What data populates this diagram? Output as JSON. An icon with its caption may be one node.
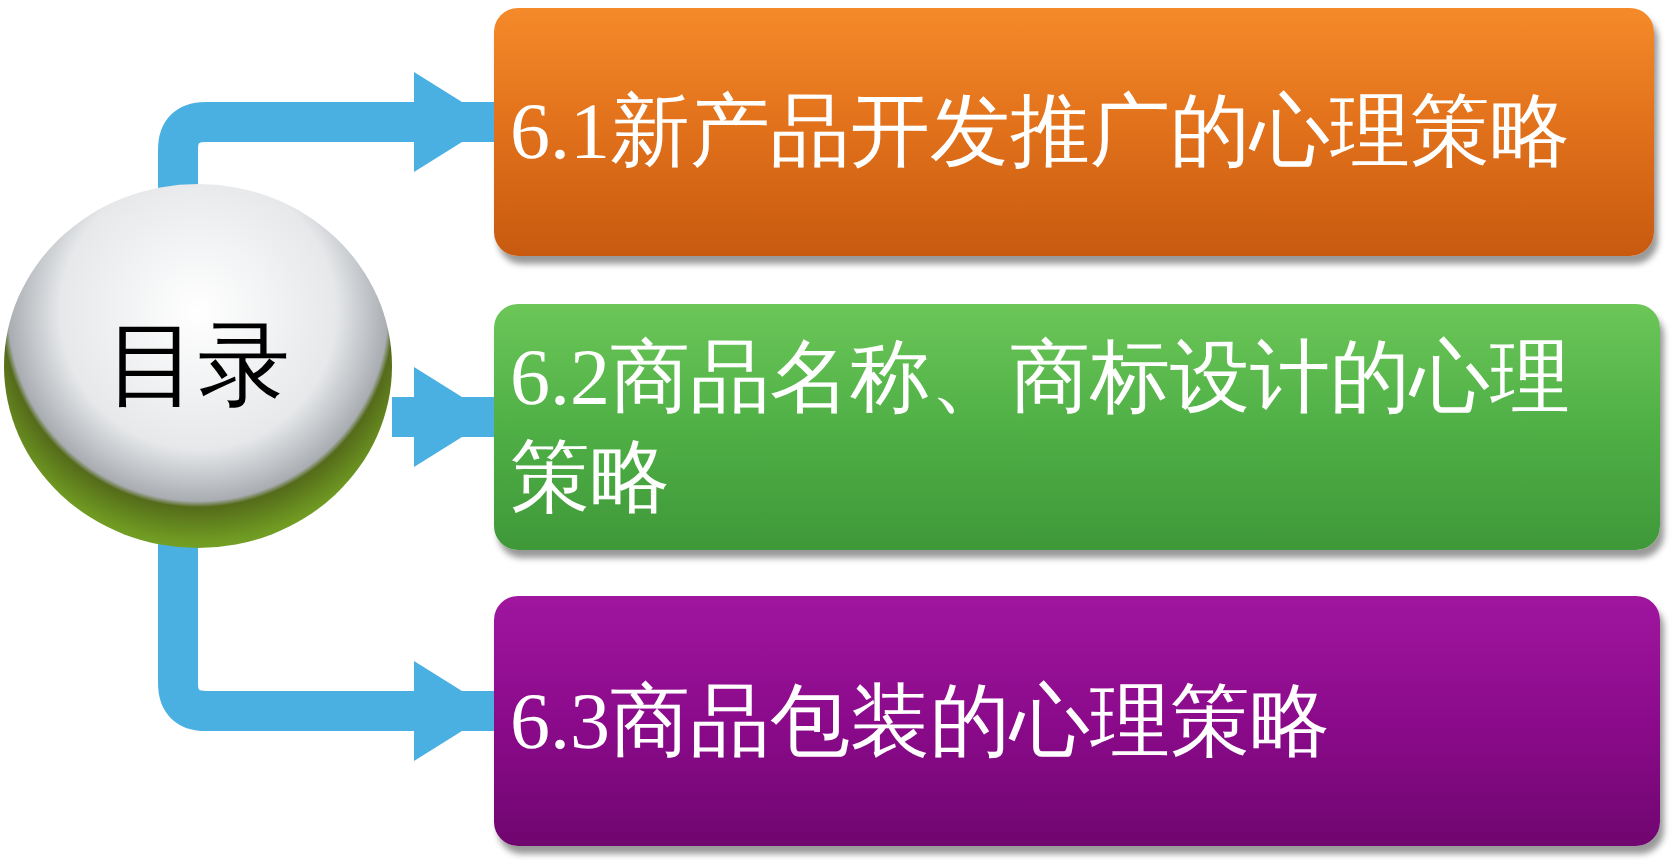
{
  "diagram": {
    "nodes": [
      {
        "text": [
          "目录"
        ]
      },
      {
        "text": [
          "6.1新产品开发推广的心理策略"
        ]
      },
      {
        "text": [
          "6.2商品名称、商标设计的心理策略"
        ]
      },
      {
        "text": [
          "6.3商品包装的心理策略"
        ]
      }
    ],
    "edges": [
      {
        "from": 0,
        "to": 1,
        "arrow": "to"
      },
      {
        "from": 0,
        "to": 2,
        "arrow": "to"
      },
      {
        "from": 0,
        "to": 3,
        "arrow": "to"
      }
    ]
  }
}
